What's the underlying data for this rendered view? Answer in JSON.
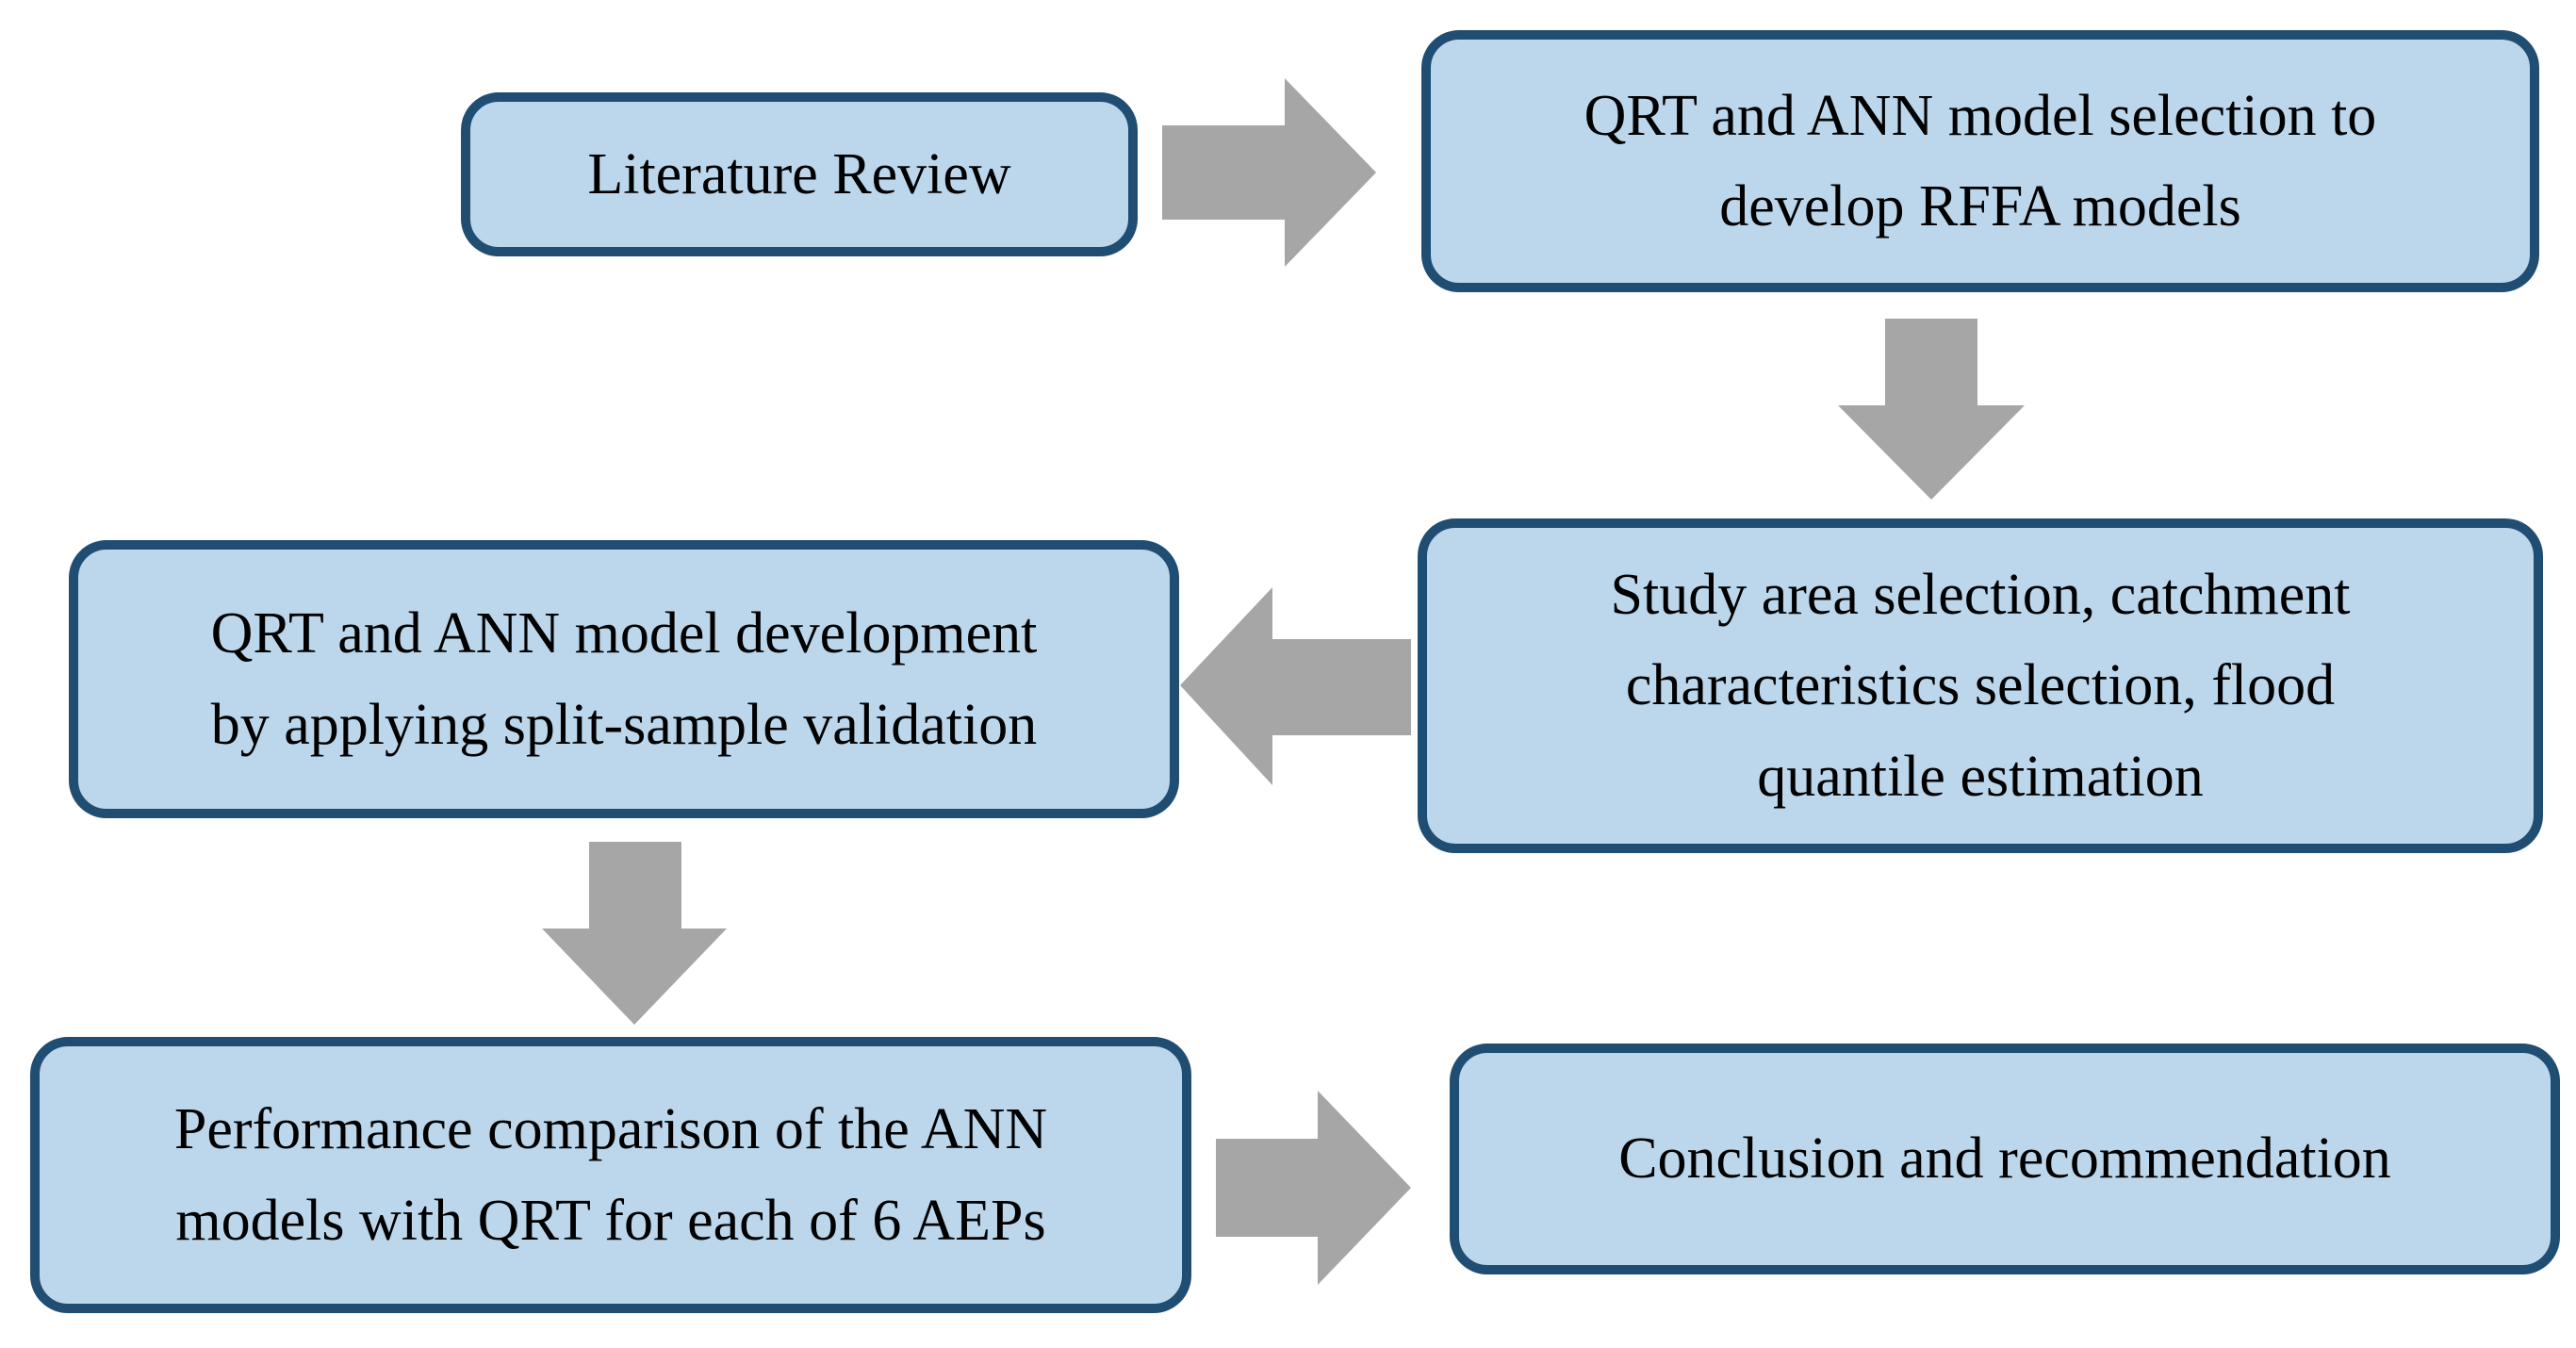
{
  "colors": {
    "box_fill": "#bcd7ec",
    "box_border": "#204d72",
    "arrow_fill": "#a6a6a6",
    "text_color": "#000000",
    "background": "#ffffff"
  },
  "flowchart": {
    "boxes": [
      {
        "id": "literature-review",
        "label": "Literature Review"
      },
      {
        "id": "model-selection",
        "label": "QRT and ANN model selection to\ndevelop RFFA models"
      },
      {
        "id": "study-area",
        "label": "Study area selection, catchment\ncharacteristics selection, flood\nquantile estimation"
      },
      {
        "id": "model-development",
        "label": "QRT and ANN model development\nby applying split-sample validation"
      },
      {
        "id": "performance-comparison",
        "label": "Performance comparison of the ANN\nmodels with QRT for each of 6 AEPs"
      },
      {
        "id": "conclusion",
        "label": "Conclusion and recommendation"
      }
    ],
    "arrows": [
      {
        "id": "arrow-1",
        "from": "literature-review",
        "to": "model-selection",
        "direction": "right"
      },
      {
        "id": "arrow-2",
        "from": "model-selection",
        "to": "study-area",
        "direction": "down"
      },
      {
        "id": "arrow-3",
        "from": "study-area",
        "to": "model-development",
        "direction": "left"
      },
      {
        "id": "arrow-4",
        "from": "model-development",
        "to": "performance-comparison",
        "direction": "down"
      },
      {
        "id": "arrow-5",
        "from": "performance-comparison",
        "to": "conclusion",
        "direction": "right"
      }
    ]
  }
}
